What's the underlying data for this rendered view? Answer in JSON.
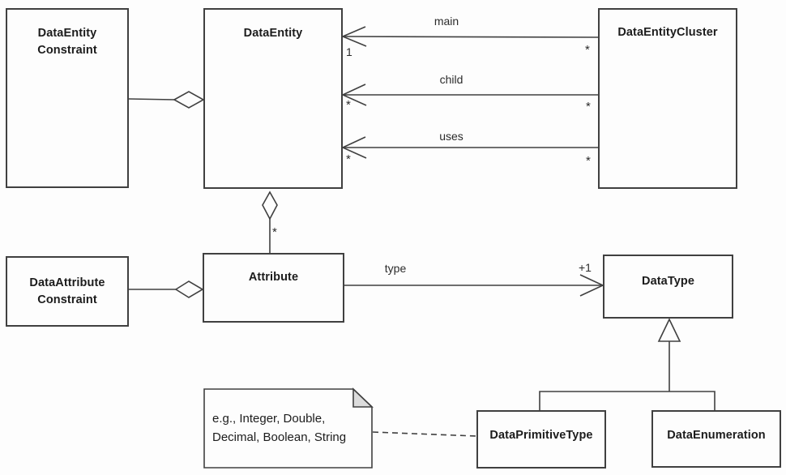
{
  "nodes": {
    "dataEntityConstraint": {
      "line1": "DataEntity",
      "line2": "Constraint"
    },
    "dataEntity": {
      "label": "DataEntity"
    },
    "dataEntityCluster": {
      "label": "DataEntityCluster"
    },
    "dataAttributeConstraint": {
      "line1": "DataAttribute",
      "line2": "Constraint"
    },
    "attribute": {
      "label": "Attribute"
    },
    "dataType": {
      "label": "DataType"
    },
    "dataPrimitiveType": {
      "label": "DataPrimitiveType"
    },
    "dataEnumeration": {
      "label": "DataEnumeration"
    }
  },
  "edges": {
    "main": {
      "label": "main",
      "mult_target": "1",
      "mult_source": "*"
    },
    "child": {
      "label": "child",
      "mult_target": "*",
      "mult_source": "*"
    },
    "uses": {
      "label": "uses",
      "mult_target": "*",
      "mult_source": "*"
    },
    "type": {
      "label": "type",
      "mult_target": "+1"
    },
    "attributes": {
      "mult": "*"
    }
  },
  "note": {
    "line1": "e.g., Integer, Double,",
    "line2": "Decimal, Boolean, String"
  },
  "colors": {
    "line": "#404040",
    "text": "#1c1c1c",
    "background": "#fdfdfd",
    "note_fold": "#dcdcdc"
  }
}
